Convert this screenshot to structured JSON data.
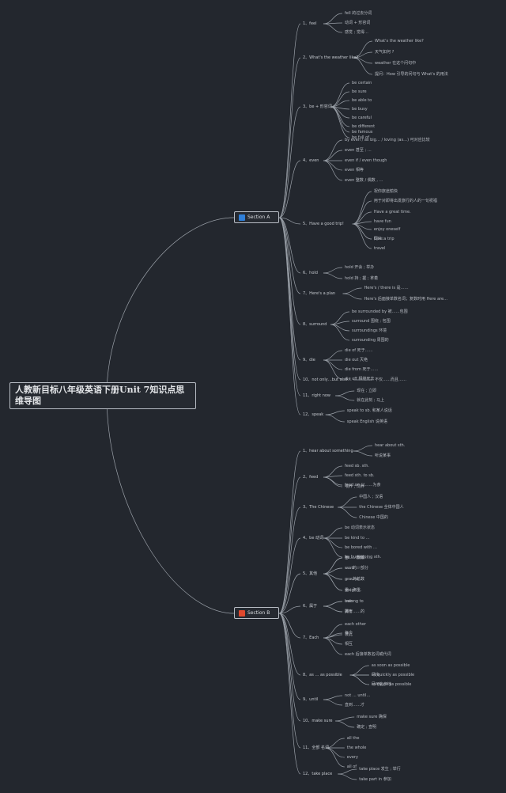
{
  "title": "人教新目标八年级英语下册Unit 7知识点思维导图",
  "sections": [
    {
      "label": "Section A",
      "icon": "flag-icon"
    },
    {
      "label": "Section B",
      "icon": "fire-icon"
    }
  ],
  "branches": [
    {
      "label": "1、feel",
      "leaves": [
        "fell 的过去分词",
        "动词 + 形容词",
        "感觉 ; 觉得…"
      ]
    },
    {
      "label": "2、What's the weather like?",
      "leaves": [
        "What's the weather like?",
        "天气如何 ?",
        "weather 在这个问句中",
        "提问：How 引导的问句与 What's 的用法"
      ]
    },
    {
      "label": "3、be + 形容词",
      "leaves": [
        "be certain",
        "be sure",
        "be able to",
        "be busy",
        "be careful",
        "be different",
        "be famous",
        "be full of"
      ]
    },
    {
      "label": "4、even",
      "leaves": [
        "by even / as big… / loving (as…) 可对应比较",
        "even 甚至 ; …",
        "even if / even though",
        "even 相等",
        "even 整数 / 偶数 , …"
      ]
    },
    {
      "label": "5、Have a good trip!",
      "leaves": [
        "祝你旅途愉快",
        "用于对即将出发旅行的人的一句祝福",
        "Have a great time.",
        "同义：",
        "have fun",
        "enjoy oneself",
        "take a trip",
        "travel"
      ]
    },
    {
      "label": "6、hold",
      "leaves": [
        "hold 开会 ; 举办",
        "hold 持 ; 握 ; 拿着"
      ]
    },
    {
      "label": "7、Here's a plan",
      "leaves": [
        "Here's / there is 是……",
        "Here's 后面接单数名词；复数时用 Here are…"
      ]
    },
    {
      "label": "8、surround",
      "leaves": [
        "be surrounded by 被……包围",
        "surround 围绕 ; 包围",
        "surroundings 环境",
        "surrounding 周围的"
      ]
    },
    {
      "label": "9、die",
      "leaves": [
        "die of 死于……",
        "die out 灭绝",
        "die from 死于……",
        "die off 相继死去"
      ]
    },
    {
      "label": "10、not only…but also…",
      "leaves": [
        "不仅……而且……"
      ]
    },
    {
      "label": "11、right now",
      "leaves": [
        "现在 ; 立即",
        "就在此刻 ; 马上"
      ]
    },
    {
      "label": "12、speak",
      "leaves": [
        "speak to sb. 和某人说话",
        "speak English 说英语"
      ]
    },
    {
      "label": "1、hear about something",
      "leaves": [
        "hear about sth.",
        "听说某事"
      ]
    },
    {
      "label": "2、feed",
      "leaves": [
        "feed sb. sth.",
        "feed sth. to sb.",
        "feed on 以……为食",
        "喂养 ; 饲养"
      ]
    },
    {
      "label": "3、The Chinese",
      "leaves": [
        "中国人 ; 汉语",
        "the Chinese 全体中国人",
        "Chinese 中国的"
      ]
    },
    {
      "label": "4、be 动词",
      "leaves": [
        "be 动词表示状态",
        "be kind to …",
        "be bored with …",
        "be busy doing sth."
      ]
    },
    {
      "label": "5、其他",
      "leaves": [
        "go … 去做……",
        "work …",
        "ground …",
        "weigh …",
        "与……相似",
        "……的一部分",
        "……的总数",
        "重 ; 称重"
      ]
    },
    {
      "label": "6、属于",
      "leaves": [
        "belong to",
        "属于……的",
        "own",
        "拥有"
      ]
    },
    {
      "label": "7、Each",
      "leaves": [
        "每个",
        "each other",
        "彼此",
        "相互",
        "each 后接单数名词或代词"
      ]
    },
    {
      "label": "8、as … as possible",
      "leaves": [
        "as soon as possible",
        "as quickly as possible",
        "as much as possible",
        "尽快",
        "尽可能多地"
      ]
    },
    {
      "label": "9、until",
      "leaves": [
        "not … until…",
        "直到……才"
      ]
    },
    {
      "label": "10、make sure",
      "leaves": [
        "make sure 确保",
        "确定 ; 查明"
      ]
    },
    {
      "label": "11、全部 名词",
      "leaves": [
        "all the",
        "the whole",
        "every",
        "all of"
      ]
    },
    {
      "label": "12、take place",
      "leaves": [
        "take place 发生 ; 举行",
        "take part in 参加"
      ]
    }
  ]
}
